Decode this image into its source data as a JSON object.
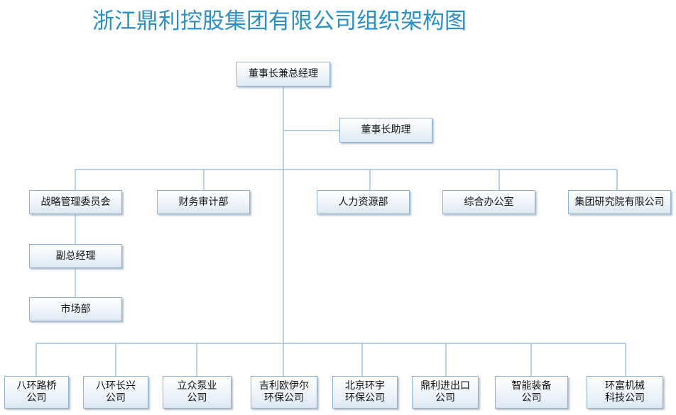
{
  "title": "浙江鼎利控股集团有限公司组织架构图",
  "colors": {
    "title": "#2a8fc9",
    "line": "#8fb2d4",
    "box_border": "#8fb2d4"
  },
  "nodes": {
    "chairman": "董事长兼总经理",
    "assistant": "董事长助理",
    "strategy": "战略管理委员会",
    "finance": "财务审计部",
    "hr": "人力资源部",
    "general_office": "综合办公室",
    "research": "集团研究院有限公司",
    "deputy_gm": "副总经理",
    "marketing": "市场部",
    "subsidiaries": [
      "八环路桥\n公司",
      "八环长兴\n公司",
      "立众泵业\n公司",
      "吉利欧伊尔\n环保公司",
      "北京环宇\n环保公司",
      "鼎利进出口\n公司",
      "智能装备\n公司",
      "环富机械\n科技公司"
    ]
  }
}
